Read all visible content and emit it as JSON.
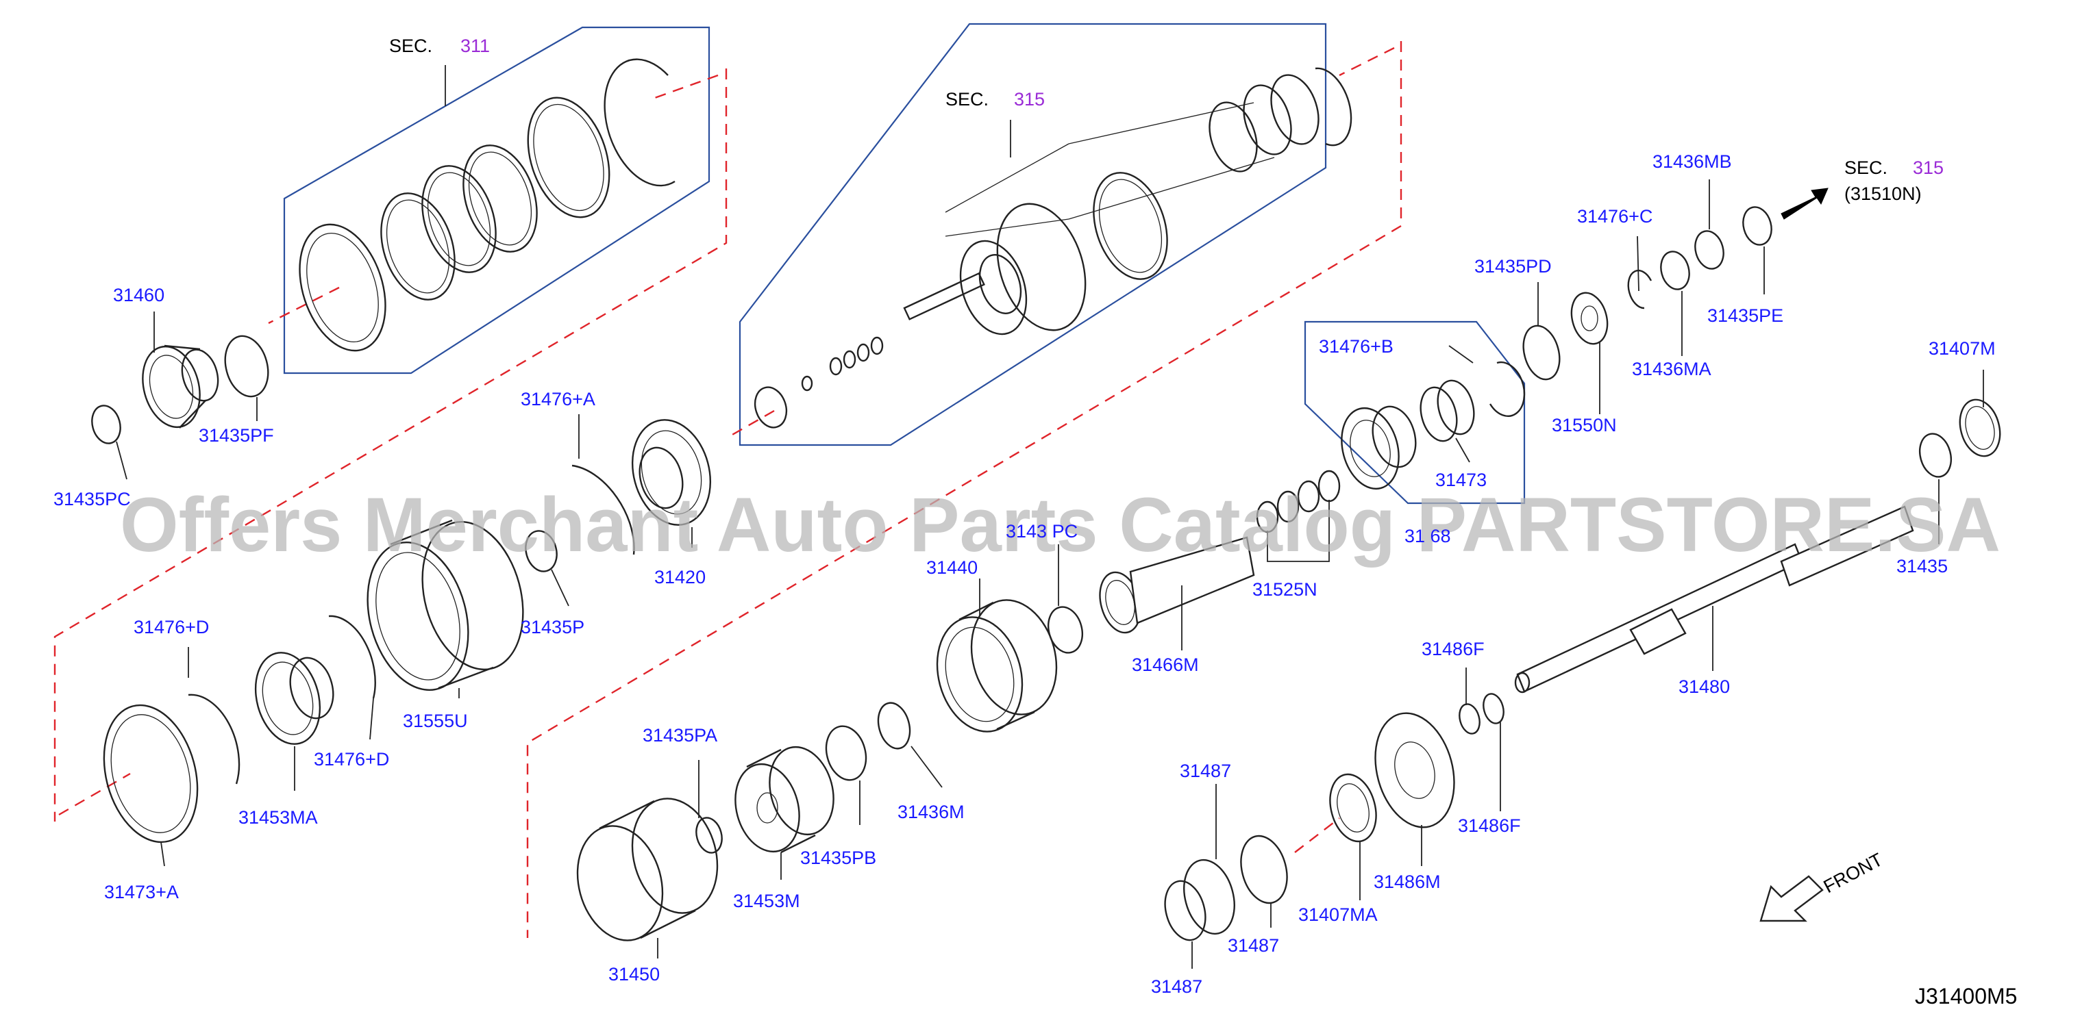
{
  "watermark": "Offers Merchant Auto Parts Catalog PARTSTORE.SA",
  "diagram_code": "J31400M5",
  "front_label": "FRONT",
  "sections": [
    {
      "prefix": "SEC.",
      "number": "311",
      "sub": ""
    },
    {
      "prefix": "SEC.",
      "number": "315",
      "sub": ""
    },
    {
      "prefix": "SEC.",
      "number": "315",
      "sub": "(31510N)"
    }
  ],
  "labels": [
    "31460",
    "31435PF",
    "31435PC",
    "31476+A",
    "31420",
    "31435P",
    "31476+D",
    "31476+D",
    "31555U",
    "31453MA",
    "31473+A",
    "31435PA",
    "31453M",
    "31435PB",
    "31436M",
    "31450",
    "31440",
    "3143  PC",
    "31466M",
    "31525N",
    "31  68",
    "31476+B",
    "31473",
    "31435PD",
    "31476+C",
    "31436MB",
    "31435PE",
    "31436MA",
    "31550N",
    "31407M",
    "31435",
    "31480",
    "31486F",
    "31486F",
    "31486M",
    "31407MA",
    "31487",
    "31487",
    "31487"
  ]
}
